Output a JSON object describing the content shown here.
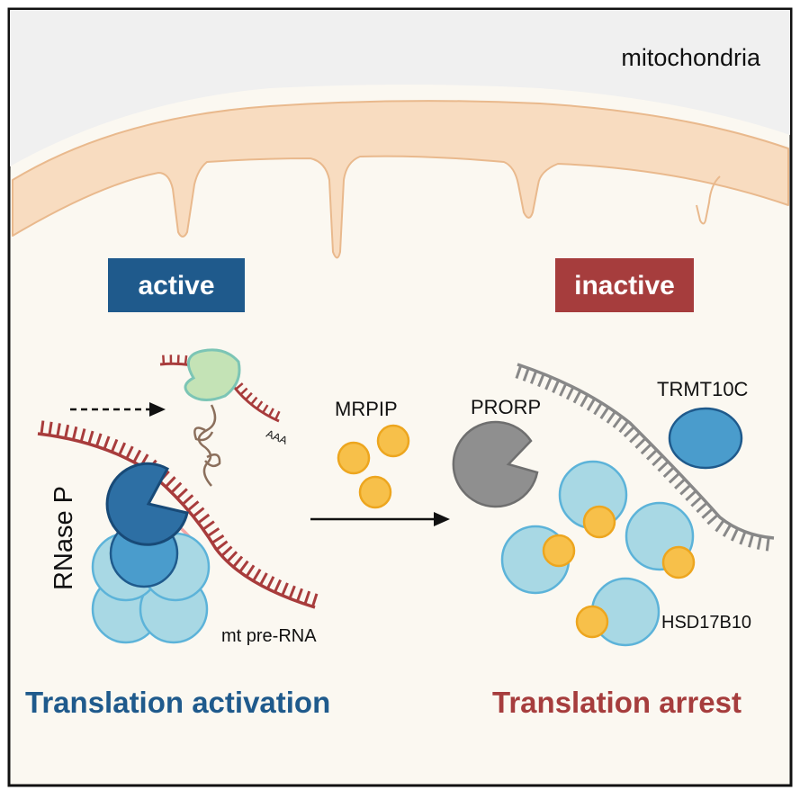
{
  "header": {
    "compartment_label": "mitochondria"
  },
  "states": {
    "active": {
      "badge": "active",
      "color": "#1f5a8c"
    },
    "inactive": {
      "badge": "inactive",
      "color": "#a63d3d"
    }
  },
  "labels": {
    "rnase_p": "RNase P",
    "mt_pre_rna": "mt pre-RNA",
    "poly_a": "AAA",
    "mrpip": "MRPIP",
    "prorp": "PRORP",
    "trmt10c": "TRMT10C",
    "hsd17b10": "HSD17B10"
  },
  "outcomes": {
    "left": {
      "text": "Translation activation",
      "color": "#1f5a8c"
    },
    "right": {
      "text": "Translation arrest",
      "color": "#a63d3d"
    }
  },
  "colors": {
    "membrane": "#f8dcc0",
    "membrane_edge": "#e9b98d",
    "matrix": "#fbf8f1",
    "cytosol": "#f0f0f0",
    "rna_red": "#a83c3c",
    "rna_gray": "#888888",
    "prorp_dark": "#1f5a8c",
    "prorp_gray": "#8f8f8f",
    "trmt10c_blue": "#4a9ccc",
    "hsd_light": "#a8d8e4",
    "mrpip_orange": "#f7c04a",
    "ribosome_green": "#c4e3b6"
  }
}
